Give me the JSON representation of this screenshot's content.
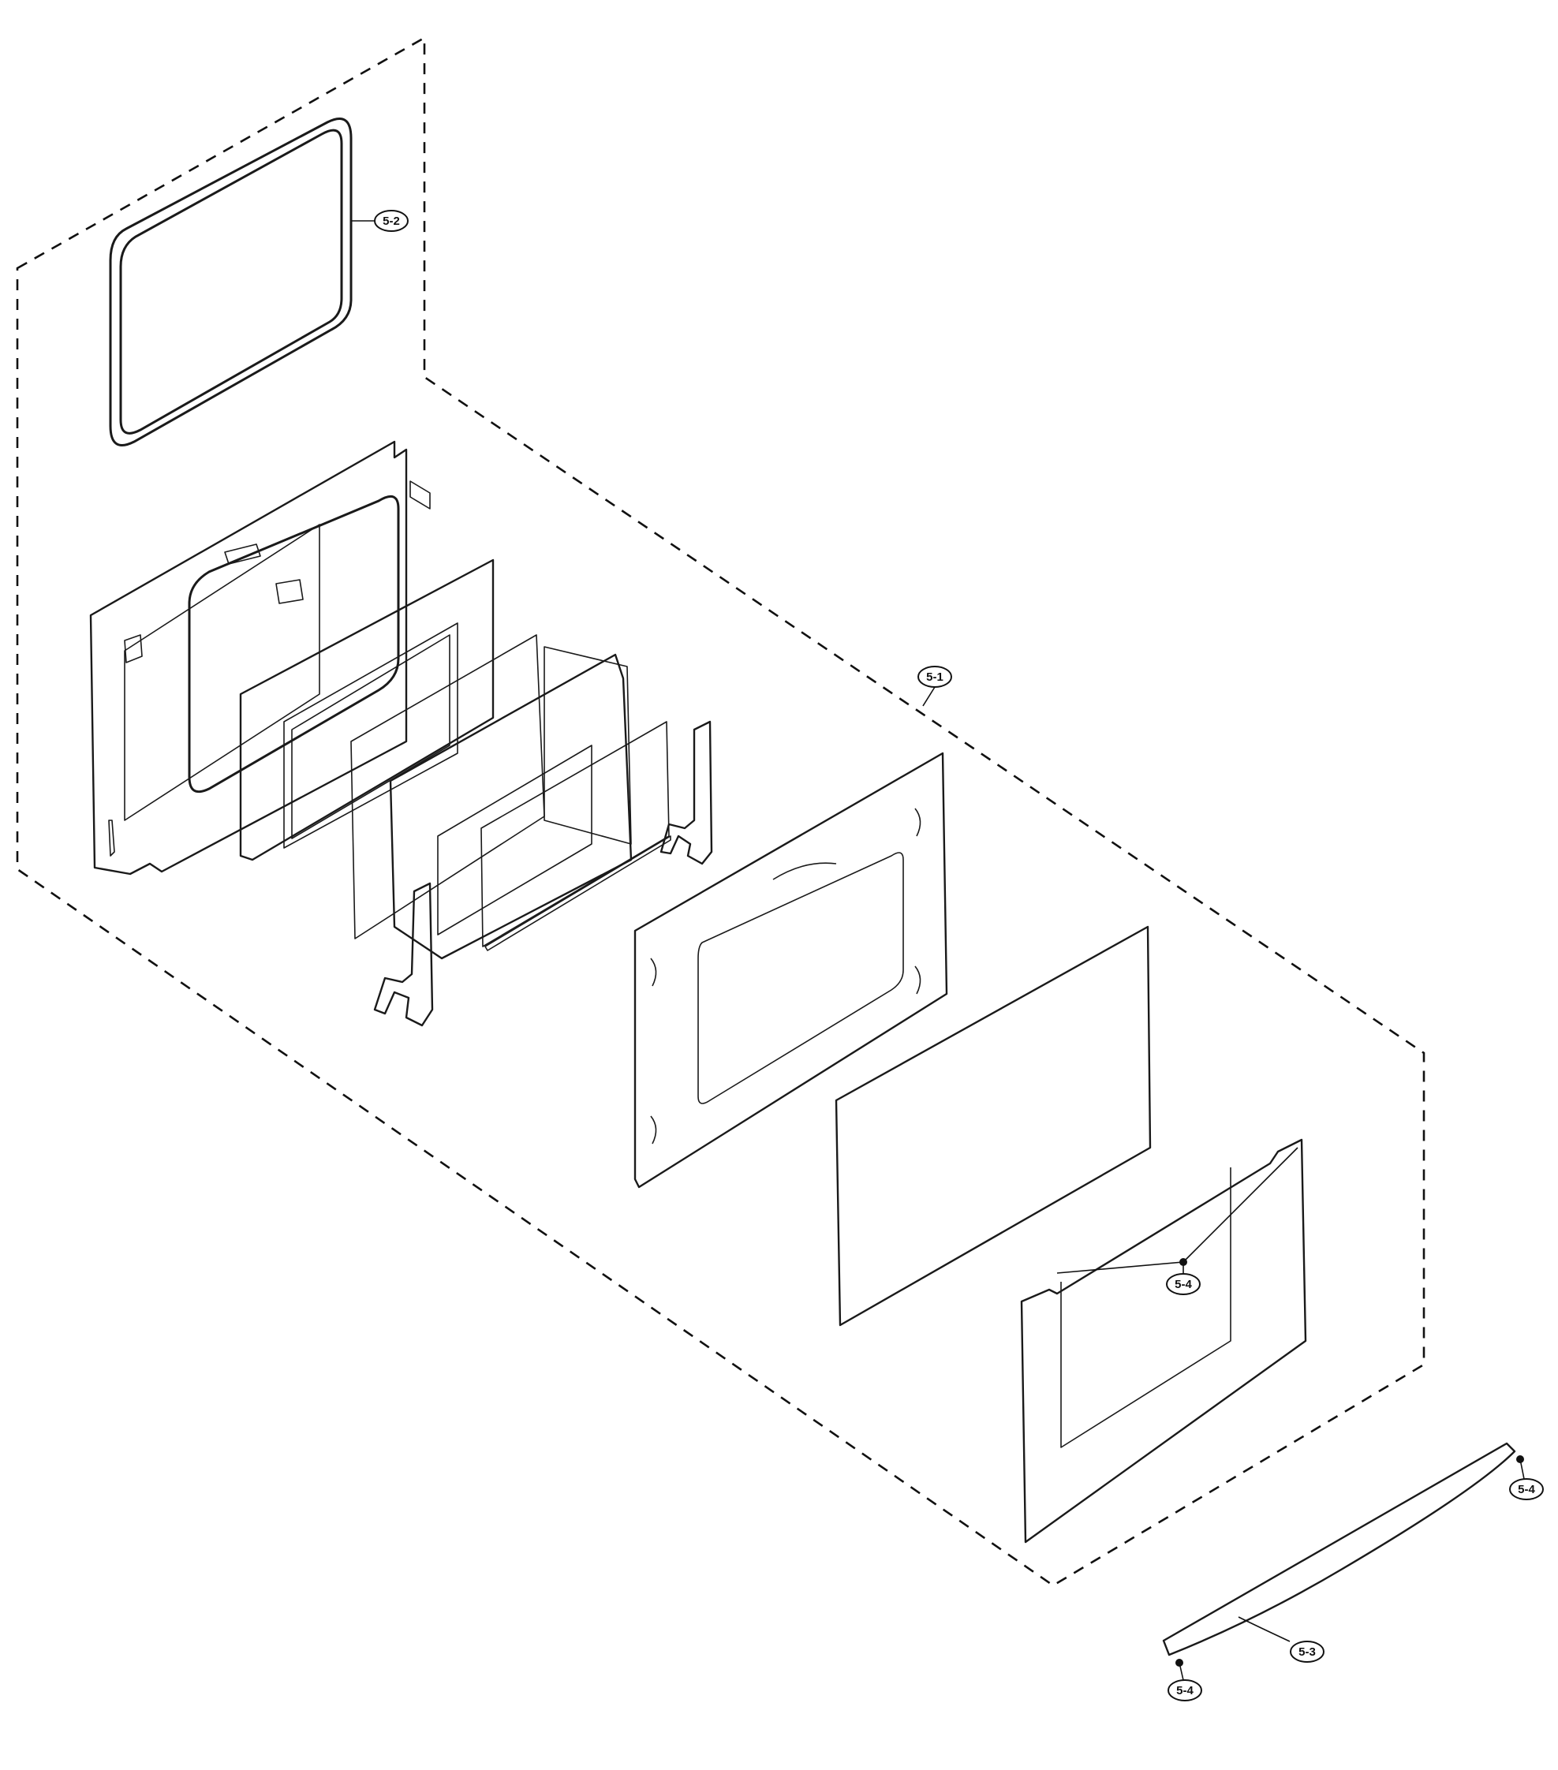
{
  "callouts": {
    "c1": "5-1",
    "c2": "5-2",
    "c3": "5-3",
    "c4a": "5-4",
    "c4b": "5-4",
    "c4c": "5-4"
  }
}
